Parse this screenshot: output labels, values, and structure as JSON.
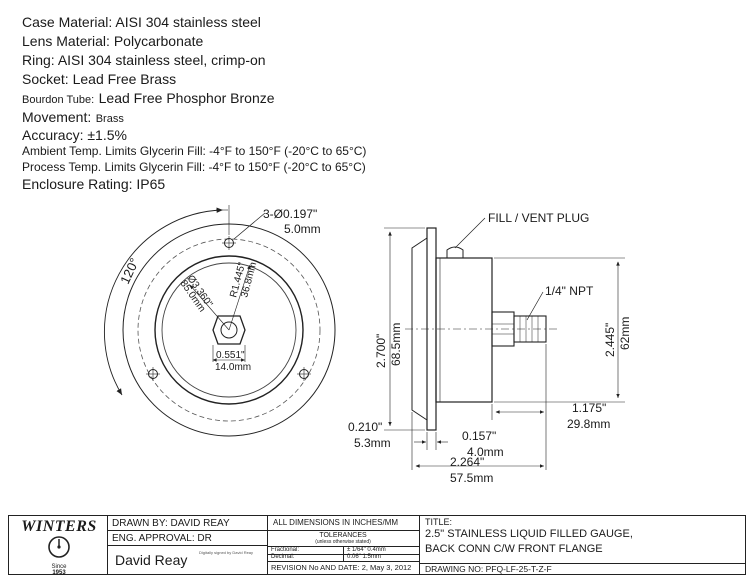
{
  "specs": [
    {
      "label": "Case Material:",
      "value": "AISI 304 stainless steel"
    },
    {
      "label": "Lens Material:",
      "value": "Polycarbonate"
    },
    {
      "label": "Ring:",
      "value": "AISI 304 stainless steel, crimp-on"
    },
    {
      "label": "Socket:",
      "value": "Lead Free Brass"
    },
    {
      "label": "Bourdon Tube:",
      "value": "Lead Free Phosphor Bronze"
    },
    {
      "label": "Movement:",
      "value": "Brass"
    },
    {
      "label": "Accuracy:",
      "value": "±1.5%"
    },
    {
      "label": "Ambient Temp. Limits Glycerin Fill:",
      "value": "-4°F to 150°F (-20°C to 65°C)"
    },
    {
      "label": "Process Temp. Limits Glycerin Fill:",
      "value": "-4°F to 150°F (-20°C to 65°C)"
    },
    {
      "label": "Enclosure Rating:",
      "value": "IP65"
    }
  ],
  "front_view": {
    "holes_in": "3-Ø0.197\"",
    "holes_mm": "5.0mm",
    "angle": "120°",
    "bolt_circle_in": "Ø3.360\"",
    "bolt_circle_mm": "85.0mm",
    "radius_in": "R1.445\"",
    "radius_mm": "36.8mm",
    "hex_in": "0.551\"",
    "hex_mm": "14.0mm"
  },
  "side_view": {
    "fill_plug": "FILL / VENT PLUG",
    "npt": "1/4\" NPT",
    "flange_height_in": "2.700\"",
    "flange_height_mm": "68.5mm",
    "case_dia_in": "2.445\"",
    "case_dia_mm": "62mm",
    "flange_thick_in": "0.210\"",
    "flange_thick_mm": "5.3mm",
    "gap_in": "0.157\"",
    "gap_mm": "4.0mm",
    "stem_in": "1.175\"",
    "stem_mm": "29.8mm",
    "overall_in": "2.264\"",
    "overall_mm": "57.5mm"
  },
  "title_block": {
    "logo": "WINTERS",
    "since": "Since",
    "year": "1953",
    "drawn_by": "DRAWN BY: DAVID REAY",
    "eng_approval": "ENG. APPROVAL: DR",
    "signature": "David Reay",
    "signature_note": "Digitally signed by David Reay",
    "dims_note": "ALL DIMENSIONS IN INCHES/MM",
    "tolerances": "TOLERANCES",
    "tolerances_sub": "(unless otherwise stated)",
    "fractional": "Fractional:",
    "fractional_val": "± 1/64\" 0.4mm",
    "decimal": "Decimal:",
    "decimal_val": "0.06\" 1.5mm",
    "revision": "REVISION No AND DATE: 2, May 3, 2012",
    "title_label": "TITLE:",
    "title_line1": "2.5\" STAINLESS LIQUID FILLED GAUGE,",
    "title_line2": "BACK CONN C/W FRONT FLANGE",
    "drawing_no": "DRAWING NO: PFQ-LF-25-T-Z-F"
  }
}
